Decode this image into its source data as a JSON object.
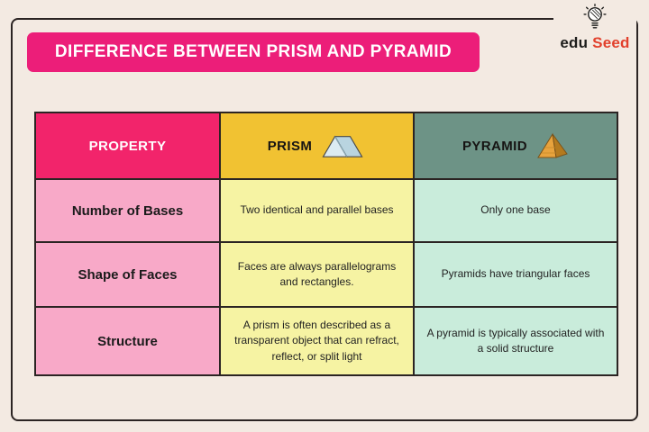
{
  "page": {
    "title": "DIFFERENCE BETWEEN PRISM AND PYRAMID"
  },
  "logo": {
    "part1": "edu",
    "part2": "Seed",
    "icon": "lightbulb-icon"
  },
  "table": {
    "headers": [
      {
        "label": "PROPERTY",
        "icon": null
      },
      {
        "label": "PRISM",
        "icon": "prism-icon"
      },
      {
        "label": "PYRAMID",
        "icon": "pyramid-icon"
      }
    ],
    "rows": [
      {
        "property": "Number of Bases",
        "prism": "Two identical and parallel bases",
        "pyramid": "Only one base"
      },
      {
        "property": "Shape of Faces",
        "prism": "Faces are always parallelograms and rectangles.",
        "pyramid": "Pyramids have triangular faces"
      },
      {
        "property": "Structure",
        "prism": "A prism is often described as a transparent object that can refract, reflect, or split light",
        "pyramid": "A pyramid is typically associated with a solid structure"
      }
    ]
  },
  "colors": {
    "background": "#f3eae2",
    "border": "#2b2423",
    "banner": "#ec1e79",
    "property_header": "#f2246b",
    "property_cell": "#f8a9c8",
    "prism_header": "#f1c232",
    "prism_cell": "#f6f3a3",
    "pyramid_header": "#6d9386",
    "pyramid_cell": "#c9ecdb",
    "logo_seed_red": "#e2402c"
  }
}
